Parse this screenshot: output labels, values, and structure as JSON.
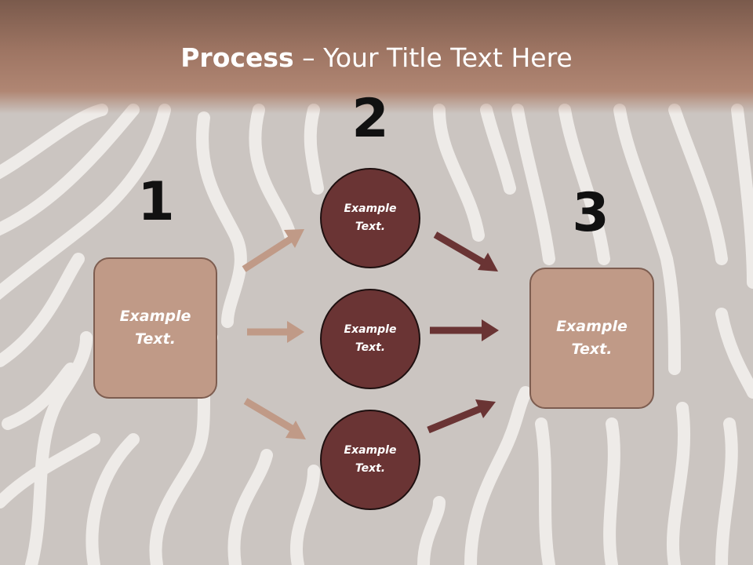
{
  "title": {
    "strong": "Process",
    "sep": " – ",
    "rest": "Your Title Text Here"
  },
  "steps": {
    "num1": "1",
    "num2": "2",
    "num3": "3"
  },
  "left_box": {
    "text": "Example\nText."
  },
  "right_box": {
    "text": "Example\nText."
  },
  "circles": [
    {
      "text": "Example\nText."
    },
    {
      "text": "Example\nText."
    },
    {
      "text": "Example\nText."
    }
  ],
  "colors": {
    "header": "#9e7563",
    "box_fill": "#c09a87",
    "circle_fill": "#6a3434",
    "arrow_light": "#c09a87",
    "arrow_dark": "#6a3434"
  }
}
